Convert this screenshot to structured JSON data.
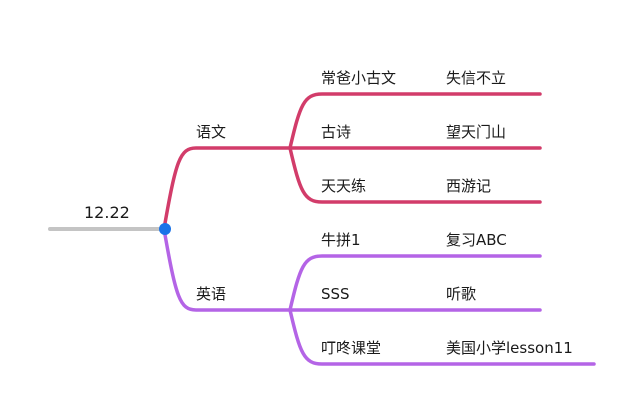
{
  "colors": {
    "root_line": "#c4c4c4",
    "root_node": "#1a73e8",
    "branch_yuwen": "#d23c6a",
    "branch_english": "#b464e6",
    "text": "#1a1a1a"
  },
  "mindmap": {
    "root": "12.22",
    "branches": [
      {
        "label": "语文",
        "items": [
          {
            "topic": "常爸小古文",
            "detail": "失信不立"
          },
          {
            "topic": "古诗",
            "detail": "望天门山"
          },
          {
            "topic": "天天练",
            "detail": "西游记"
          }
        ]
      },
      {
        "label": "英语",
        "items": [
          {
            "topic": "牛拼1",
            "detail": "复习ABC"
          },
          {
            "topic": "SSS",
            "detail": "听歌"
          },
          {
            "topic": "叮咚课堂",
            "detail": "美国小学lesson11"
          }
        ]
      }
    ]
  }
}
